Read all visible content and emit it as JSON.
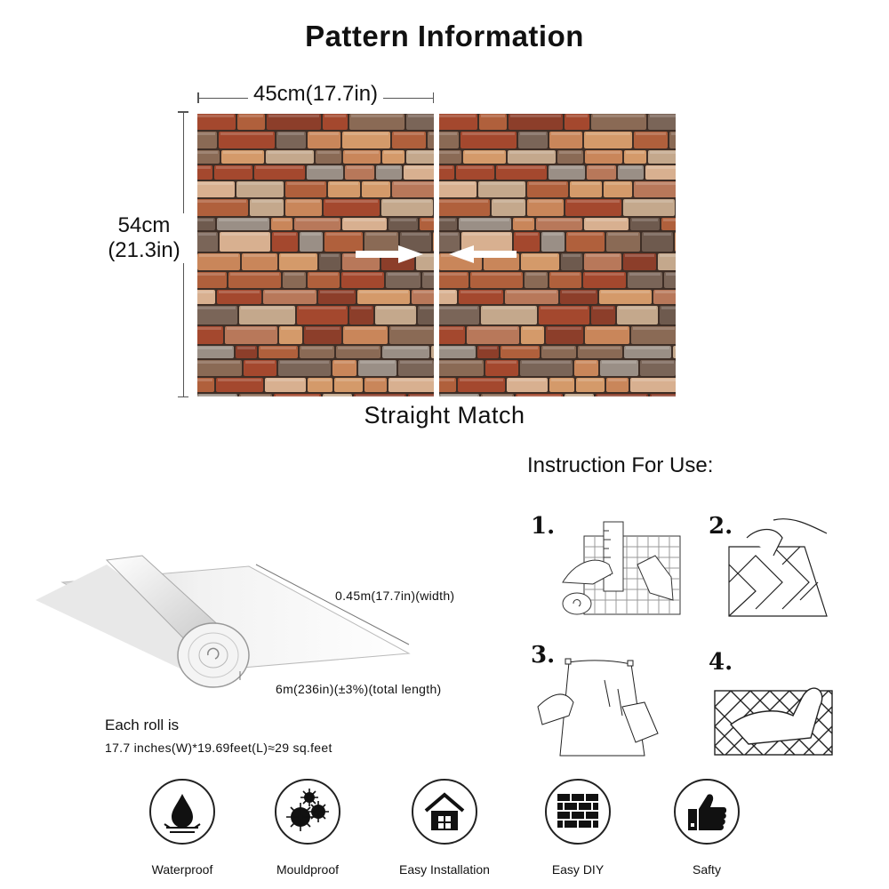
{
  "title": "Pattern Information",
  "pattern": {
    "width_label": "45cm(17.7in)",
    "height_label_cm": "54cm",
    "height_label_in": "(21.3in)",
    "caption": "Straight Match"
  },
  "instructions": {
    "title": "Instruction For Use:",
    "steps": [
      {
        "number": "1."
      },
      {
        "number": "2."
      },
      {
        "number": "3."
      },
      {
        "number": "4."
      }
    ]
  },
  "roll": {
    "width_text": "0.45m(17.7in)(width)",
    "length_text": "6m(236in)(±3%)(total length)",
    "each_roll": "Each roll is",
    "coverage": "17.7 inches(W)*19.69feet(L)≈29 sq.feet"
  },
  "features": [
    {
      "label": "Waterproof",
      "icon": "water-drop-icon"
    },
    {
      "label": "Mouldproof",
      "icon": "mould-icon"
    },
    {
      "label": "Easy Installation",
      "icon": "house-icon"
    },
    {
      "label": "Easy DIY",
      "icon": "brick-wall-icon"
    },
    {
      "label": "Safty",
      "icon": "thumbs-up-icon"
    }
  ]
}
